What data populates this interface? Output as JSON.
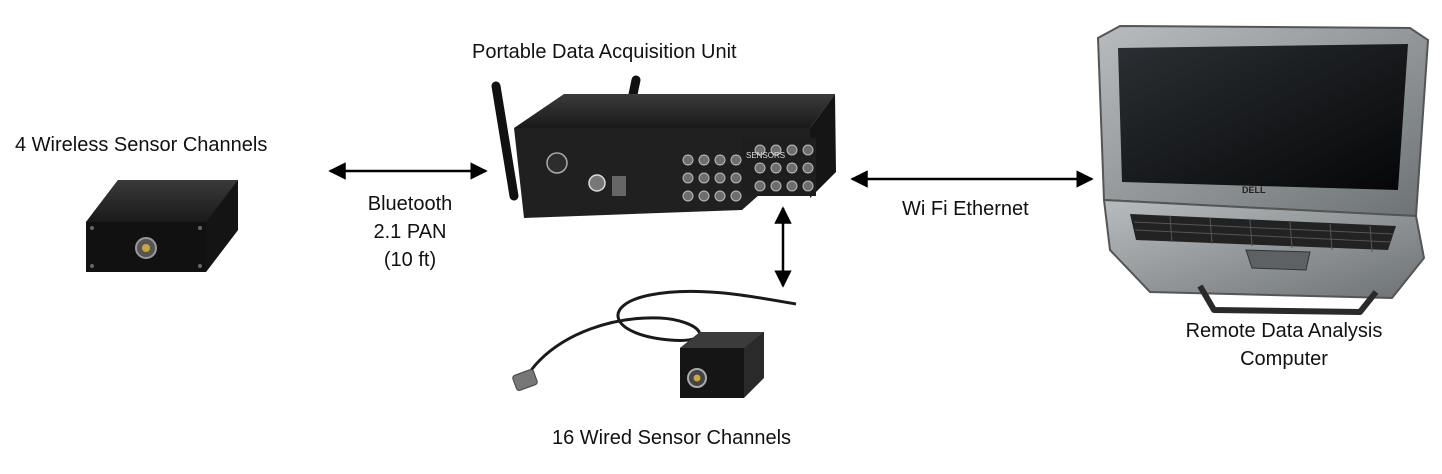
{
  "nodes": {
    "wireless": {
      "label": "4 Wireless Sensor Channels",
      "icon": "wireless-sensor-box-icon"
    },
    "daq": {
      "label": "Portable Data Acquisition Unit",
      "icon": "data-acquisition-unit-icon",
      "panel_text": "SENSORS"
    },
    "wired": {
      "label": "16 Wired Sensor Channels",
      "icon": "wired-sensor-icon"
    },
    "computer": {
      "label_line1": "Remote Data Analysis",
      "label_line2": "Computer",
      "icon": "rugged-laptop-icon",
      "brand": "DELL"
    }
  },
  "links": {
    "bluetooth": {
      "line1": "Bluetooth",
      "line2": "2.1 PAN",
      "line3": "(10 ft)"
    },
    "wifi": {
      "label": "Wi Fi Ethernet"
    }
  },
  "colors": {
    "device": "#1c1c1c",
    "arrow": "#000000",
    "laptop_frame": "#8a8f91"
  }
}
